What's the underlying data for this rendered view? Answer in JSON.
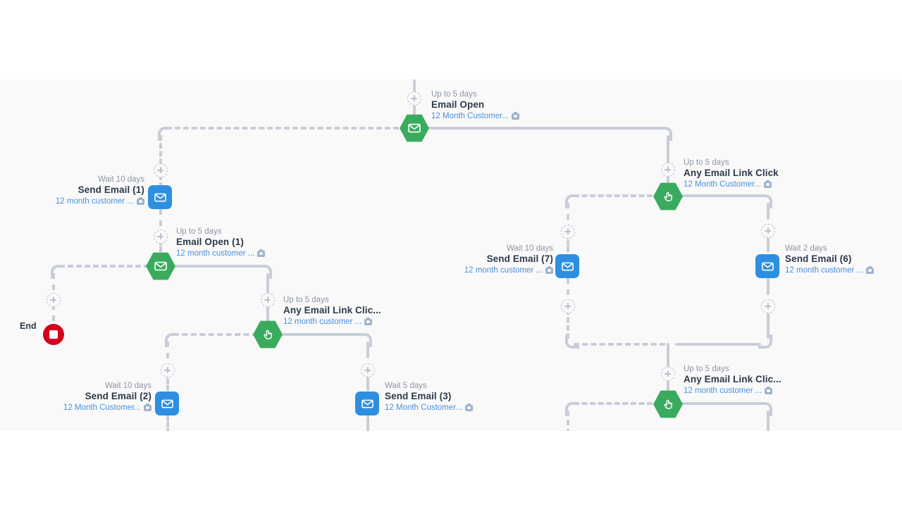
{
  "canvas": {
    "background": "#f9f9fa",
    "page_background": "#ffffff",
    "colors": {
      "decision_node": "#3aab5e",
      "action_node": "#2e8fe0",
      "end_node": "#d3011c",
      "connector": "#c8cdd7",
      "link_text": "#4a90d9",
      "title_text": "#2b3a4a",
      "wait_text": "#8d95a3"
    }
  },
  "end_marker": {
    "label": "End",
    "icon": "stop-square-icon"
  },
  "nodes": [
    {
      "id": "email-open",
      "type": "decision",
      "icon": "envelope-icon",
      "wait": "Up to 5 days",
      "title": "Email Open",
      "subtitle": "12 Month Customer...",
      "attachment_icon": "camera-icon",
      "label_side": "right"
    },
    {
      "id": "send-email-1",
      "type": "action",
      "icon": "envelope-icon",
      "wait": "Wait 10 days",
      "title": "Send Email (1)",
      "subtitle": "12 month customer ...",
      "attachment_icon": "camera-icon",
      "label_side": "left"
    },
    {
      "id": "email-open-1",
      "type": "decision",
      "icon": "envelope-icon",
      "wait": "Up to 5 days",
      "title": "Email Open (1)",
      "subtitle": "12 month customer ...",
      "attachment_icon": "camera-icon",
      "label_side": "right"
    },
    {
      "id": "any-email-link-click-1",
      "type": "decision",
      "icon": "click-hand-icon",
      "wait": "Up to 5 days",
      "title": "Any Email Link Clic...",
      "subtitle": "12 month customer ...",
      "attachment_icon": "camera-icon",
      "label_side": "right"
    },
    {
      "id": "send-email-2",
      "type": "action",
      "icon": "envelope-icon",
      "wait": "Wait 10 days",
      "title": "Send Email (2)",
      "subtitle": "12 Month Customer...",
      "attachment_icon": "camera-icon",
      "label_side": "left"
    },
    {
      "id": "send-email-3",
      "type": "action",
      "icon": "envelope-icon",
      "wait": "Wait 5 days",
      "title": "Send Email (3)",
      "subtitle": "12 Month Customer...",
      "attachment_icon": "camera-icon",
      "label_side": "right"
    },
    {
      "id": "any-email-link-click-top",
      "type": "decision",
      "icon": "click-hand-icon",
      "wait": "Up to 5 days",
      "title": "Any Email Link Click",
      "subtitle": "12 Month Customer...",
      "attachment_icon": "camera-icon",
      "label_side": "right"
    },
    {
      "id": "send-email-7",
      "type": "action",
      "icon": "envelope-icon",
      "wait": "Wait 10 days",
      "title": "Send Email (7)",
      "subtitle": "12 month customer ...",
      "attachment_icon": "camera-icon",
      "label_side": "left"
    },
    {
      "id": "send-email-6",
      "type": "action",
      "icon": "envelope-icon",
      "wait": "Wait 2 days",
      "title": "Send Email (6)",
      "subtitle": "12 month customer ...",
      "attachment_icon": "camera-icon",
      "label_side": "right"
    },
    {
      "id": "any-email-link-click-bottom",
      "type": "decision",
      "icon": "click-hand-icon",
      "wait": "Up to 5 days",
      "title": "Any Email Link Clic...",
      "subtitle": "12 month customer ...",
      "attachment_icon": "camera-icon",
      "label_side": "right"
    }
  ]
}
